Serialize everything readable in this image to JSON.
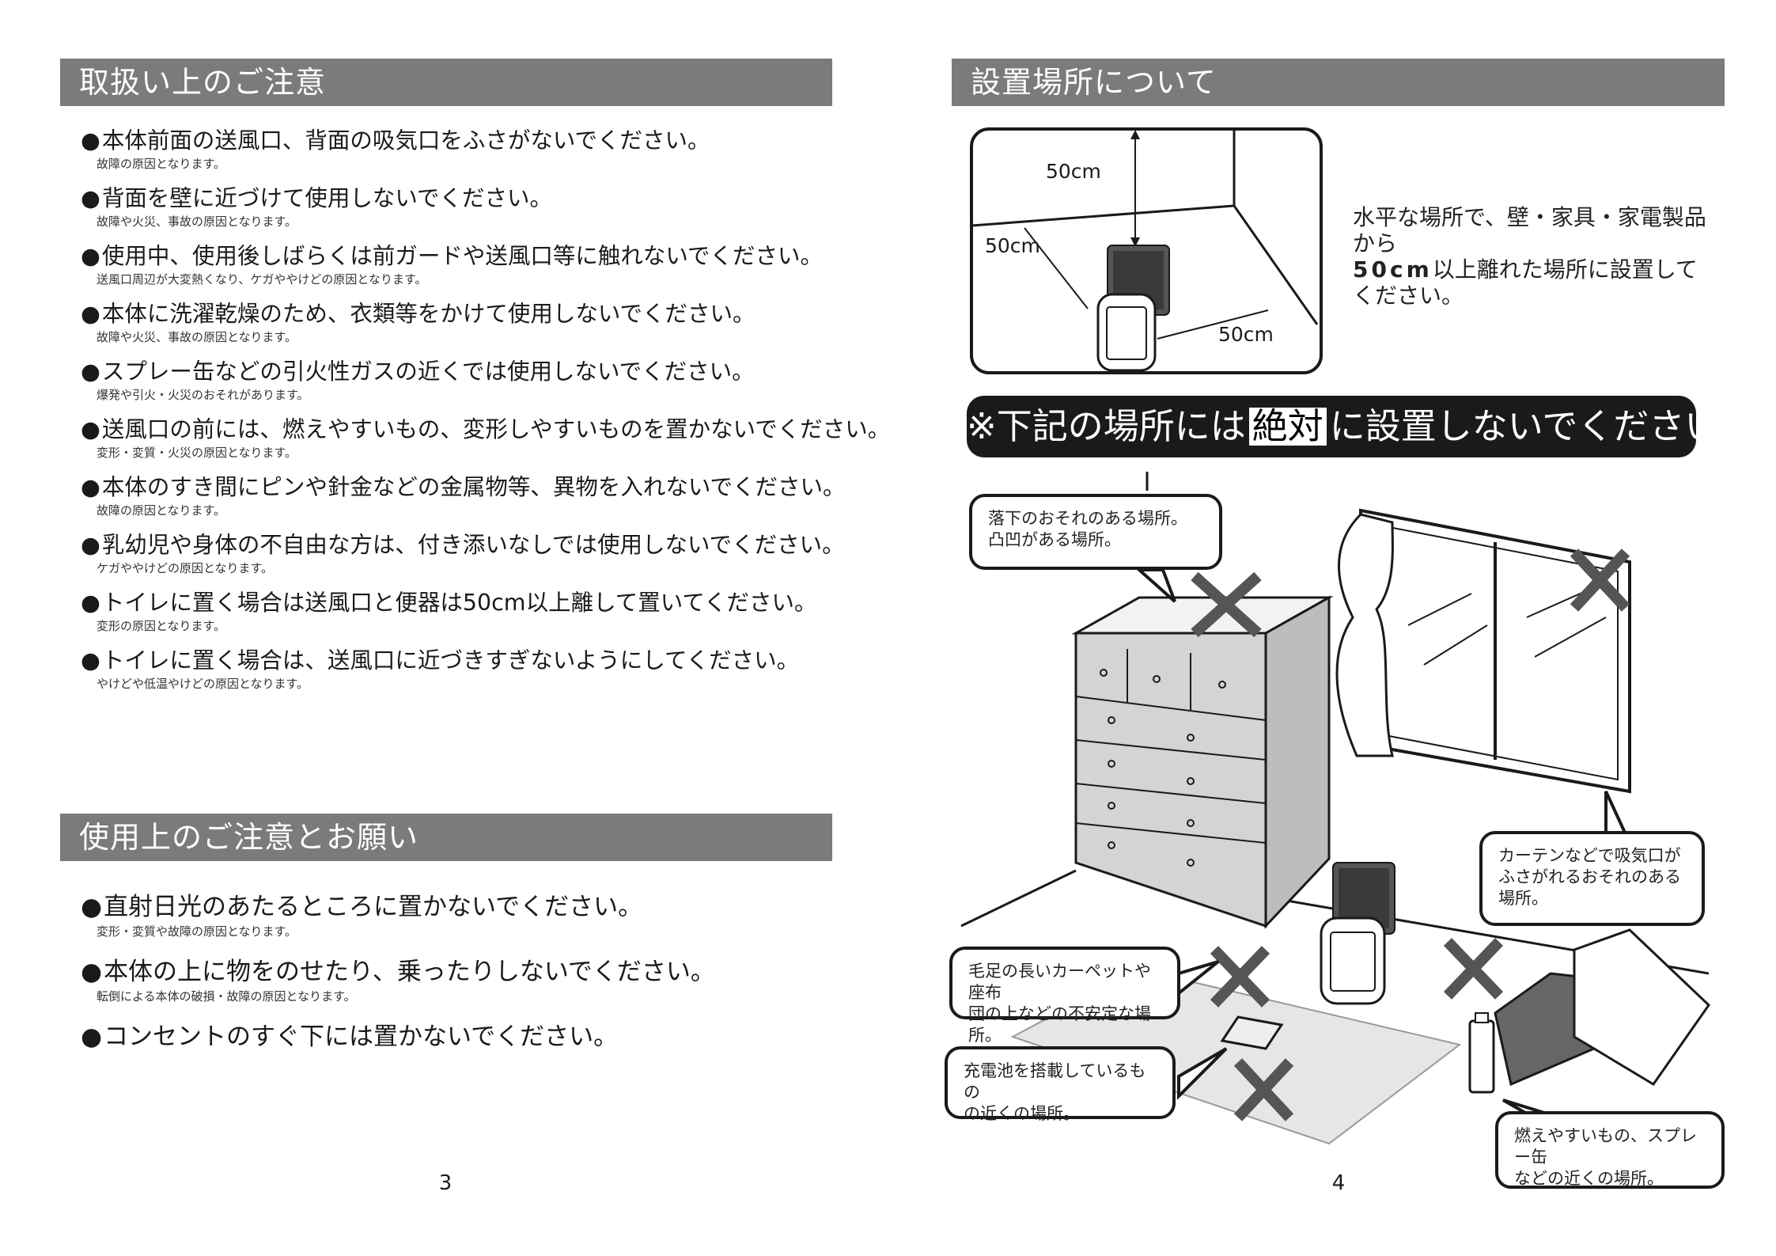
{
  "left_page": {
    "handling": {
      "title": "取扱い上のご注意",
      "items": [
        {
          "text": "本体前面の送風口、背面の吸気口をふさがないでください。",
          "note": "故障の原因となります。"
        },
        {
          "text": "背面を壁に近づけて使用しないでください。",
          "note": "故障や火災、事故の原因となります。"
        },
        {
          "text": "使用中、使用後しばらくは前ガードや送風口等に触れないでください。",
          "note": "送風口周辺が大変熱くなり、ケガややけどの原因となります。"
        },
        {
          "text": "本体に洗濯乾燥のため、衣類等をかけて使用しないでください。",
          "note": "故障や火災、事故の原因となります。"
        },
        {
          "text": "スプレー缶などの引火性ガスの近くでは使用しないでください。",
          "note": "爆発や引火・火災のおそれがあります。"
        },
        {
          "text": "送風口の前には、燃えやすいもの、変形しやすいものを置かないでください。",
          "note": "変形・変質・火災の原因となります。"
        },
        {
          "text": "本体のすき間にピンや針金などの金属物等、異物を入れないでください。",
          "note": "故障の原因となります。"
        },
        {
          "text": "乳幼児や身体の不自由な方は、付き添いなしでは使用しないでください。",
          "note": "ケガややけどの原因となります。"
        },
        {
          "text": "トイレに置く場合は送風口と便器は50cm以上離して置いてください。",
          "note": "変形の原因となります。"
        },
        {
          "text": "トイレに置く場合は、送風口に近づきすぎないようにしてください。",
          "note": "やけどや低温やけどの原因となります。"
        }
      ]
    },
    "usage": {
      "title": "使用上のご注意とお願い",
      "items": [
        {
          "text": "直射日光のあたるところに置かないでください。",
          "note": "変形・変質や故障の原因となります。"
        },
        {
          "text": "本体の上に物をのせたり、乗ったりしないでください。",
          "note": "転倒による本体の破損・故障の原因となります。"
        },
        {
          "text": "コンセントのすぐ下には置かないでください。",
          "note": ""
        }
      ]
    },
    "page_number": "3"
  },
  "right_page": {
    "title": "設置場所について",
    "clearance": {
      "dims": [
        "50cm",
        "50cm",
        "50cm"
      ],
      "text_line1": "水平な場所で、壁・家具・家電製品から",
      "text_bold": "50cm",
      "text_line2": "以上離れた場所に設置して",
      "text_line3": "ください。"
    },
    "banner": {
      "prefix": "※下記の場所には",
      "emphasis": "絶対",
      "suffix": "に設置しないでください。"
    },
    "callouts": {
      "fall": [
        "落下のおそれのある場所。",
        "凸凹がある場所。"
      ],
      "curtain": [
        "カーテンなどで吸気口が",
        "ふさがれるおそれのある",
        "場所。"
      ],
      "carpet": [
        "毛足の長いカーペットや座布",
        "団の上などの不安定な場所。"
      ],
      "battery": [
        "充電池を搭載しているもの",
        "の近くの場所。"
      ],
      "flammable": [
        "燃えやすいもの、スプレー缶",
        "などの近くの場所。"
      ]
    },
    "page_number": "4"
  },
  "colors": {
    "section_bar": "#7b7b7b",
    "banner": "#1a1a1a",
    "cross": "#555555"
  }
}
